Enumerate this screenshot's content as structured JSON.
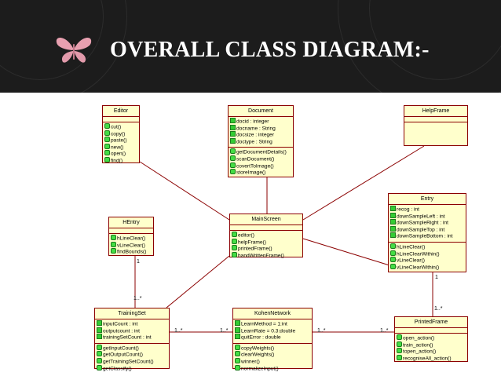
{
  "header": {
    "title": "OVERALL CLASS DIAGRAM:-",
    "accent": "#e8a0b0",
    "background": "#1c1c1c"
  },
  "classes": {
    "editor": {
      "name": "Editor",
      "attributes": [],
      "operations": [
        "cut()",
        "copy()",
        "paste()",
        "new()",
        "open()",
        "find()"
      ]
    },
    "document": {
      "name": "Document",
      "attributes": [
        "docid : integer",
        "docname : String",
        "docsize : integer",
        "doctype : String"
      ],
      "operations": [
        "getDocumentDetails()",
        "scanDocument()",
        "covertToImage()",
        "storeImage()"
      ]
    },
    "helpframe": {
      "name": "HelpFrame",
      "attributes": [],
      "operations": []
    },
    "hentry": {
      "name": "HEntry",
      "attributes": [],
      "operations": [
        "hLineClear()",
        "vLineClear()",
        "findBounds()"
      ]
    },
    "mainscreen": {
      "name": "MainScreen",
      "attributes": [],
      "operations": [
        "editor()",
        "helpFrame()",
        "printedFrame()",
        "handWrittenFrame()"
      ]
    },
    "entry": {
      "name": "Entry",
      "attributes": [
        "recog : int",
        "downSampleLeft : int",
        "downSampleRight : int",
        "downSampleTop : int",
        "downSampleBottom : int"
      ],
      "operations": [
        "hLineClear()",
        "hLineClearWithin()",
        "vLineClear()",
        "vLineClearWithin()"
      ]
    },
    "trainingset": {
      "name": "TrainingSet",
      "attributes": [
        "inputCount : int",
        "outputcount : int",
        "trainingSetCount : int"
      ],
      "operations": [
        "getInputCount()",
        "getOutputCount()",
        "getTrainingSetCount()",
        "getClassify()"
      ]
    },
    "kohonennetwork": {
      "name": "KohenNetwork",
      "attributes": [
        "LearnMethod = 1:int",
        "LearnRate = 0.3:double",
        "quitError : double"
      ],
      "operations": [
        "copyWeights()",
        "clearWeights()",
        "winner()",
        "normalizeInput()"
      ]
    },
    "printedframe": {
      "name": "PrintedFrame",
      "attributes": [],
      "operations": [
        "open_action()",
        "train_action()",
        "topen_action()",
        "recogniseAll_action()"
      ]
    }
  },
  "multiplicities": {
    "hentry_top": "1",
    "hentry_bottom": "1..*",
    "entry_top": "1",
    "entry_bottom": "1..*",
    "train_kohen_left": "1..*",
    "train_kohen_right": "1..*",
    "kohen_printed_left": "1..*",
    "kohen_printed_right": "1..*"
  },
  "colors": {
    "class_fill": "#ffffcc",
    "class_border": "#8b0000",
    "link": "#8b0000",
    "icon": "#33cc33"
  }
}
